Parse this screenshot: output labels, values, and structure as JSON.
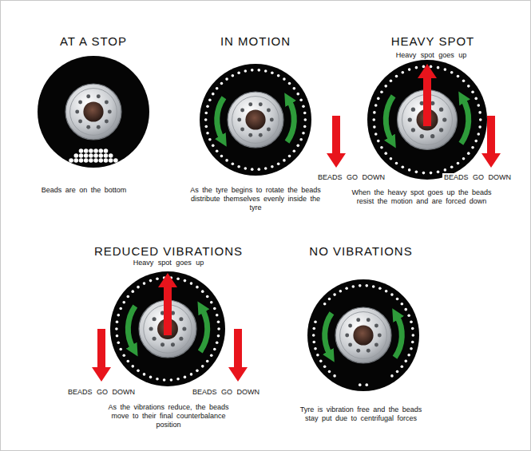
{
  "diagram": {
    "labels": [
      "AT A STOP",
      "Beads are on the bottom",
      "IN MOTION",
      "As the tyre begins to rotate the beads distribute themselves evenly inside the tyre",
      "HEAVY SPOT",
      "Heavy spot goes up",
      "BEADS GO DOWN",
      "BEADS GO DOWN",
      "When the heavy spot goes up the beads resist the motion and are forced down",
      "REDUCED VIBRATIONS",
      "Heavy spot goes up",
      "BEADS GO DOWN",
      "BEADS GO DOWN",
      "As the vibrations reduce, the beads move to their final counterbalance position",
      "NO VIBRATIONS",
      "Tyre is vibration free and the beads stay put due to centrifugal forces"
    ]
  }
}
